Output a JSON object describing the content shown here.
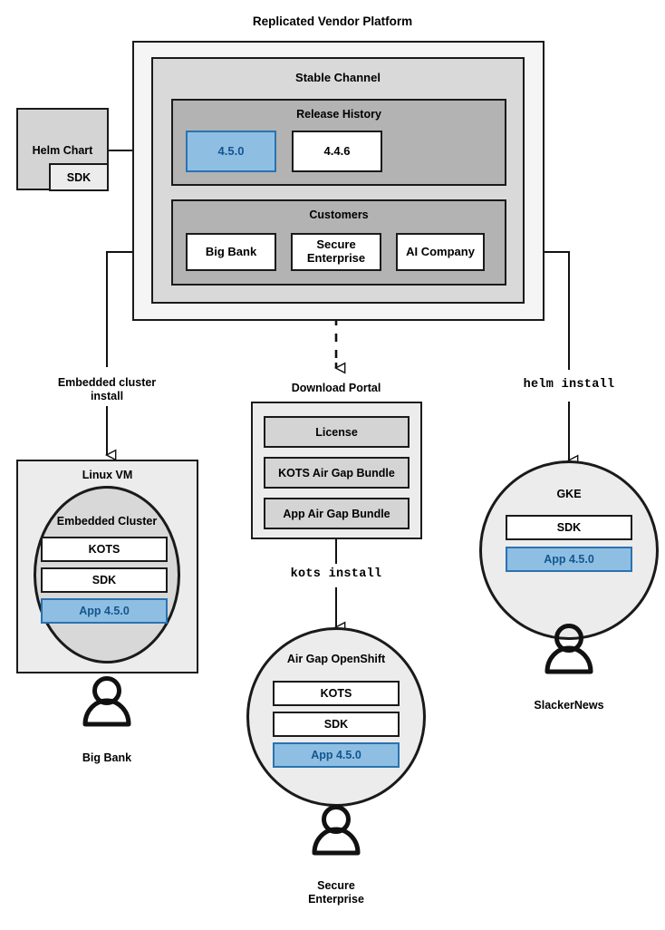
{
  "diagram": {
    "title": "Replicated Vendor Platform",
    "platform": {
      "stable_channel": {
        "title": "Stable Channel",
        "release_history": {
          "title": "Release History",
          "releases": [
            {
              "version": "4.5.0",
              "highlighted": true
            },
            {
              "version": "4.4.6",
              "highlighted": false
            }
          ]
        },
        "customers": {
          "title": "Customers",
          "items": [
            {
              "name": "Big Bank"
            },
            {
              "name": "Secure\nEnterprise"
            },
            {
              "name": "AI Company"
            }
          ]
        }
      }
    },
    "helm_chart": {
      "title": "Helm Chart",
      "sdk_label": "SDK"
    },
    "flow_labels": {
      "embedded_cluster_install": "Embedded cluster\ninstall",
      "kots_install": "kots install",
      "helm_install": "helm install"
    },
    "download_portal": {
      "title": "Download Portal",
      "items": [
        "License",
        "KOTS Air Gap Bundle",
        "App Air Gap Bundle"
      ]
    },
    "targets": [
      {
        "id": "linux-vm",
        "shape": "rect",
        "title": "Linux VM",
        "inner_title": "Embedded Cluster",
        "components": [
          {
            "label": "KOTS",
            "highlighted": false
          },
          {
            "label": "SDK",
            "highlighted": false
          },
          {
            "label": "App 4.5.0",
            "highlighted": true
          }
        ],
        "persona": "Big Bank"
      },
      {
        "id": "air-gap-openshift",
        "shape": "circle",
        "title": "Air Gap OpenShift",
        "components": [
          {
            "label": "KOTS",
            "highlighted": false
          },
          {
            "label": "SDK",
            "highlighted": false
          },
          {
            "label": "App 4.5.0",
            "highlighted": true
          }
        ],
        "persona": "Secure\nEnterprise"
      },
      {
        "id": "gke",
        "shape": "circle",
        "title": "GKE",
        "components": [
          {
            "label": "SDK",
            "highlighted": false
          },
          {
            "label": "App 4.5.0",
            "highlighted": true
          }
        ],
        "persona": "SlackerNews"
      }
    ],
    "personas": [
      {
        "name": "Big Bank",
        "icon": "person-icon"
      },
      {
        "name": "Secure\nEnterprise",
        "icon": "person-icon"
      },
      {
        "name": "SlackerNews",
        "icon": "person-icon"
      }
    ],
    "colors": {
      "highlight_fill": "#8ebfe3",
      "highlight_border": "#2b72b0",
      "highlight_text": "#14558f",
      "stroke": "#1a1a1a",
      "outer_fill": "#f5f5f5",
      "mid_fill": "#d9d9d9",
      "inner_fill": "#b3b3b3"
    }
  }
}
